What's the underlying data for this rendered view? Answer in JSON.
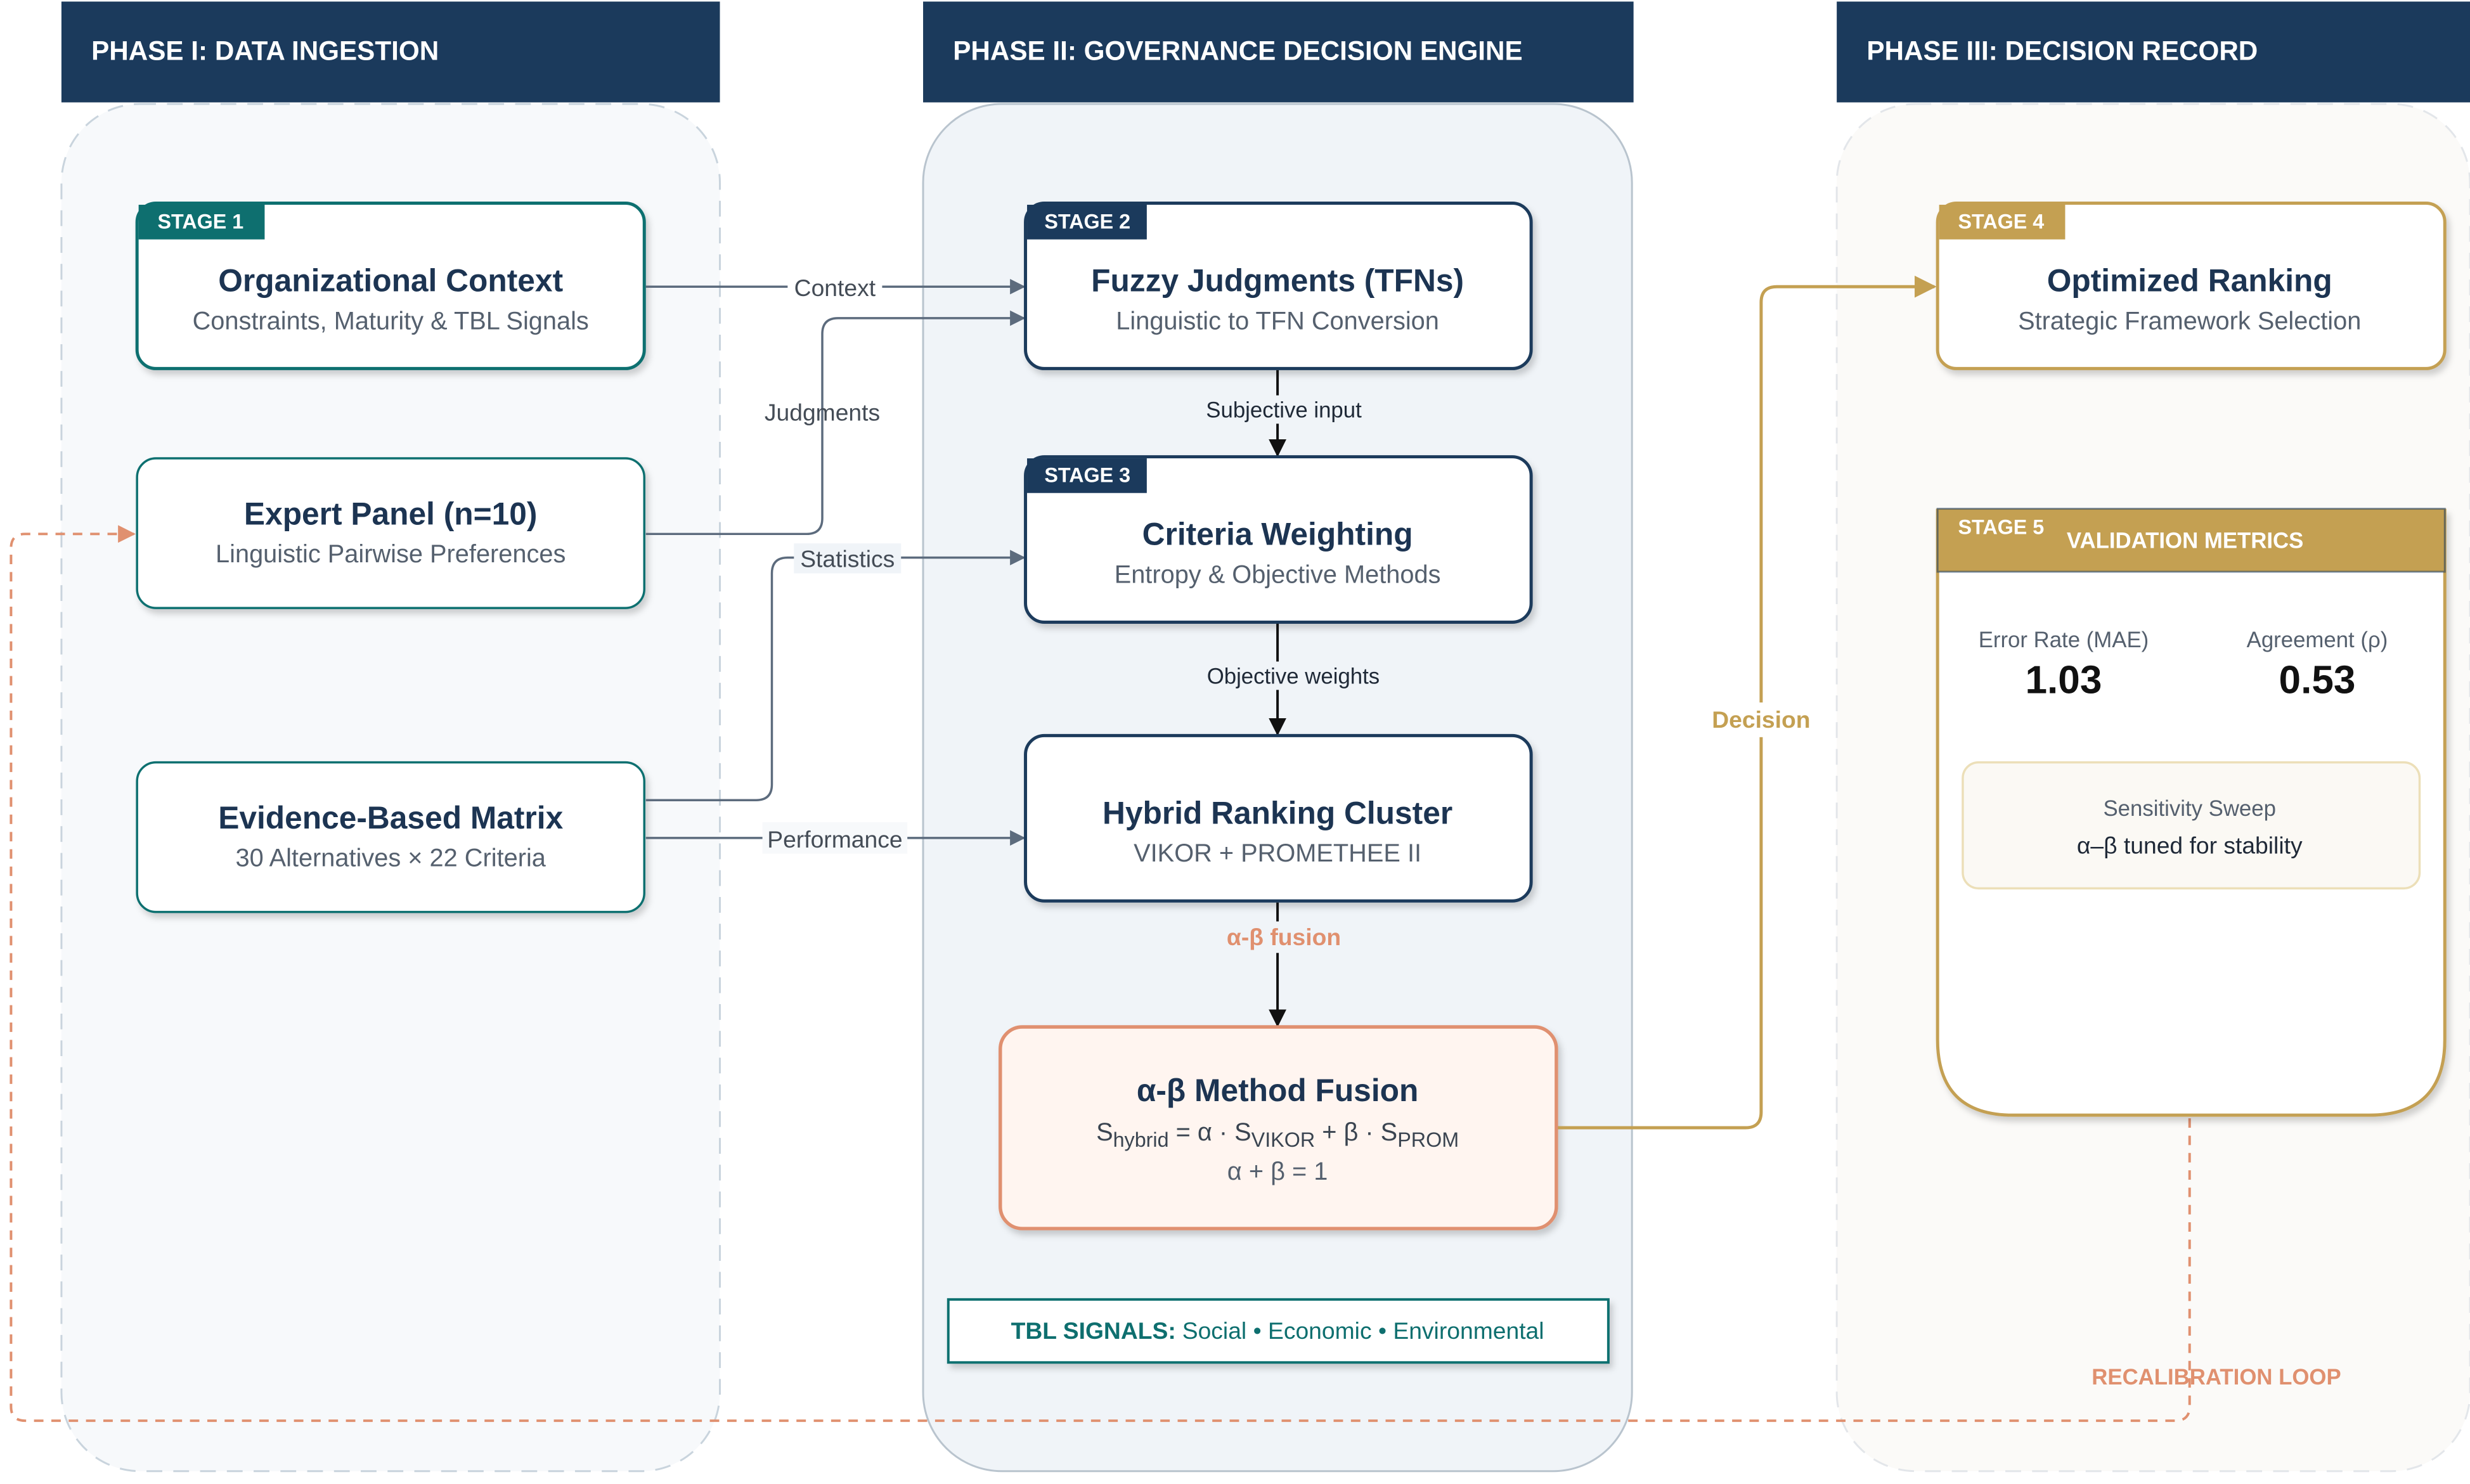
{
  "phases": {
    "p1": "PHASE I: DATA INGESTION",
    "p2": "PHASE II: GOVERNANCE DECISION ENGINE",
    "p3": "PHASE III: DECISION RECORD"
  },
  "stages": {
    "org": {
      "badge": "STAGE 1",
      "title": "Organizational Context",
      "subtitle": "Constraints, Maturity & TBL Signals"
    },
    "expert": {
      "title": "Expert Panel (n=10)",
      "subtitle": "Linguistic Pairwise Preferences"
    },
    "evidence": {
      "title": "Evidence-Based Matrix",
      "subtitle": "30 Alternatives × 22 Criteria"
    },
    "fuzzy": {
      "badge": "STAGE 2",
      "title": "Fuzzy Judgments (TFNs)",
      "subtitle": "Linguistic to TFN Conversion"
    },
    "criteria": {
      "badge": "STAGE 3",
      "title": "Criteria Weighting",
      "subtitle": "Entropy & Objective Methods"
    },
    "hybrid": {
      "title": "Hybrid Ranking Cluster",
      "subtitle": "VIKOR + PROMETHEE II"
    },
    "fusion": {
      "title": "α-β Method Fusion",
      "eq_s": "S",
      "eq_hybrid": "hybrid",
      "eq_mid": " = α · S",
      "eq_vikor": "VIKOR",
      "eq_plus": " + β · S",
      "eq_prom": "PROM",
      "constraint": "α + β = 1"
    },
    "ranking": {
      "badge": "STAGE 4",
      "title": "Optimized Ranking",
      "subtitle": "Strategic Framework Selection"
    },
    "validation": {
      "badge": "STAGE 5",
      "header": "VALIDATION METRICS",
      "mae_label": "Error Rate (MAE)",
      "mae_value": "1.03",
      "agree_label": "Agreement (ρ)",
      "agree_value": "0.53",
      "sweep_title": "Sensitivity Sweep",
      "sweep_text": "α–β tuned for stability"
    }
  },
  "edges": {
    "context": "Context",
    "judgments": "Judgments",
    "statistics": "Statistics",
    "performance": "Performance",
    "subjective": "Subjective input",
    "objective": "Objective weights",
    "fusion": "α-β fusion",
    "decision": "Decision",
    "recal": "RECALIBRATION LOOP"
  },
  "tbl": {
    "label": "TBL SIGNALS:",
    "items": "Social • Economic • Environmental"
  },
  "colors": {
    "navy": "#1b3a5c",
    "teal": "#0e6f6f",
    "gold": "#c4a052",
    "coral": "#e0906f",
    "slate": "#5c6b7d"
  }
}
